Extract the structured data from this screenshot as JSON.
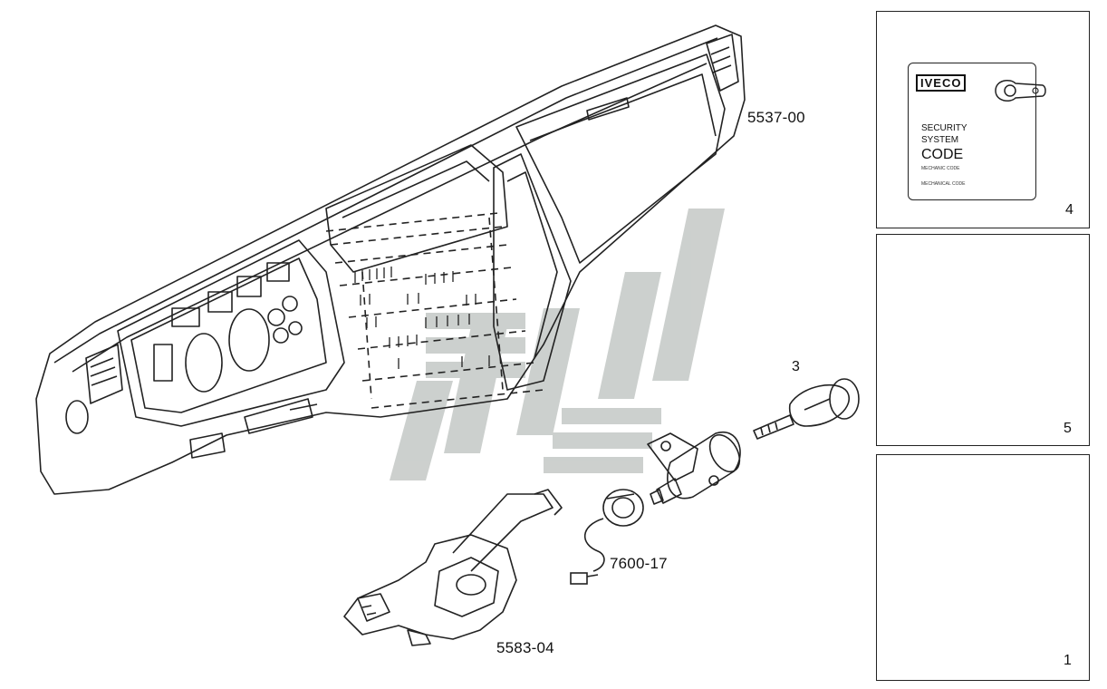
{
  "labels": {
    "dashboard": "5537-00",
    "lock_ring": "7600-17",
    "steering_switch": "5583-04",
    "key": "3"
  },
  "panels": {
    "card_panel": {
      "number": "4",
      "card": {
        "logo": "IVECO",
        "line1": "SECURITY",
        "line2": "SYSTEM",
        "line3": "CODE",
        "small1": "MECHANIC CODE",
        "small2": "MECHANICAL CODE"
      }
    },
    "keys_panel": {
      "number": "5"
    },
    "kit_panel": {
      "number": "1"
    }
  },
  "colors": {
    "line": "#222222",
    "watermark": "#c4c8c6"
  }
}
